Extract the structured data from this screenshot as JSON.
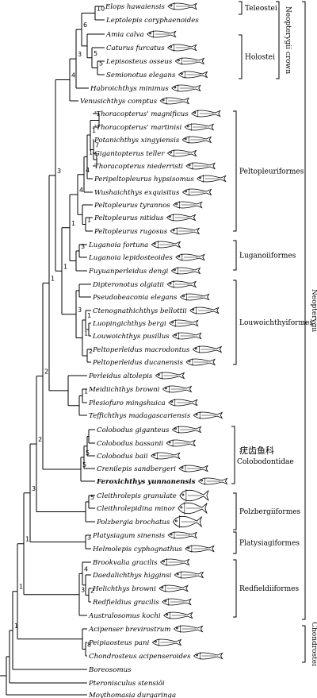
{
  "taxa": [
    {
      "name": "Elops hawaiensis"
    },
    {
      "name": "Leptolepis coryphaenoides"
    },
    {
      "name": "Amia calva"
    },
    {
      "name": "Caturus furcatus"
    },
    {
      "name": "Lepisosteus osseus"
    },
    {
      "name": "Semionotus elegans"
    },
    {
      "name": "Habroichthys minimus"
    },
    {
      "name": "Venusichthys comptus"
    },
    {
      "name": "'Thoracopterus' magnificus"
    },
    {
      "name": "'Thoracopterus' martinisi"
    },
    {
      "name": "Potanichthys xingyiensis"
    },
    {
      "name": "Gigantopterus teller"
    },
    {
      "name": "Thoracopterus niederristi"
    },
    {
      "name": "Peripeltopleurus hypsisomus"
    },
    {
      "name": "Wushaichthys exquisitus"
    },
    {
      "name": "Peltopleurus tyrannos"
    },
    {
      "name": "Peltopleurus nitidus"
    },
    {
      "name": "Peltopleurus rugosus"
    },
    {
      "name": "Luganoia fortuna"
    },
    {
      "name": "Luganoia lepidosteoides"
    },
    {
      "name": "Fuyuanperleidus dengi"
    },
    {
      "name": "Dipteronotus olgiatii"
    },
    {
      "name": "Pseudobeaconia elegans"
    },
    {
      "name": "Ctenognathichthys bellottii"
    },
    {
      "name": "Luopingichthys bergi"
    },
    {
      "name": "Louwoichthys pusillus"
    },
    {
      "name": "Peltoperleidus macrodontus"
    },
    {
      "name": "Peltoperleidus ducanensis"
    },
    {
      "name": "Perleidus altolepis"
    },
    {
      "name": "Meidiichthys browni"
    },
    {
      "name": "Plesiofuro mingshuica"
    },
    {
      "name": "Teffichthys madagascariensis"
    },
    {
      "name": "Colobodus giganteus"
    },
    {
      "name": "Colobodus bassanii"
    },
    {
      "name": "Colobodus baii"
    },
    {
      "name": "Crenilepis sandbergeri"
    },
    {
      "name": "Feroxichthys yunnanensis",
      "bold": true
    },
    {
      "name": "Cleithrolepis granulate"
    },
    {
      "name": "Cleithrolepidina minor"
    },
    {
      "name": "Polzbergia brochatus"
    },
    {
      "name": "Platysiagum sinensis"
    },
    {
      "name": "Helmolepis cyphognathus"
    },
    {
      "name": "Brookvalia gracilis"
    },
    {
      "name": "Daedalichthys higginsi"
    },
    {
      "name": "Helichthys browni"
    },
    {
      "name": "Redfieldius gracilis"
    },
    {
      "name": "Australosomus kochi"
    },
    {
      "name": "Acipenser brevirostrum"
    },
    {
      "name": "Peipiaosteus pani"
    },
    {
      "name": "Chondrosteus acipenseroides"
    },
    {
      "name": "Boreosomus",
      "fish": false
    },
    {
      "name": "Pteronisculus stensiöi",
      "fish": false
    },
    {
      "name": "Moythomasia durgaringa",
      "fish": false
    }
  ],
  "support_values": [
    "10",
    "6",
    "5",
    "5",
    "3",
    "3",
    "4",
    "1",
    "1",
    "7",
    "1",
    "1",
    "4",
    "4",
    "1",
    "1",
    "3",
    "3",
    "1",
    "1",
    "1",
    "2",
    "1",
    "2",
    "1",
    "1",
    "2",
    "2",
    "1",
    "5",
    "5",
    "2",
    "3",
    "5",
    "3",
    "1",
    "4",
    "2",
    "3",
    "1",
    "1",
    "8"
  ],
  "groups": [
    {
      "label": "Teleostei"
    },
    {
      "label": "Holostei"
    },
    {
      "label": "Neopterygii crown"
    },
    {
      "label": "Peltopleuriformes"
    },
    {
      "label": "Luganoiiformes"
    },
    {
      "label": "Louwoichthyiformes"
    },
    {
      "label": "疣齿鱼科",
      "label2": "Colobodontidae"
    },
    {
      "label": "Polzbergiiformes"
    },
    {
      "label": "Platysiagiformes"
    },
    {
      "label": "Redfieldiiformes"
    },
    {
      "label": "Neopterygii"
    },
    {
      "label": "Chondrostei"
    }
  ]
}
